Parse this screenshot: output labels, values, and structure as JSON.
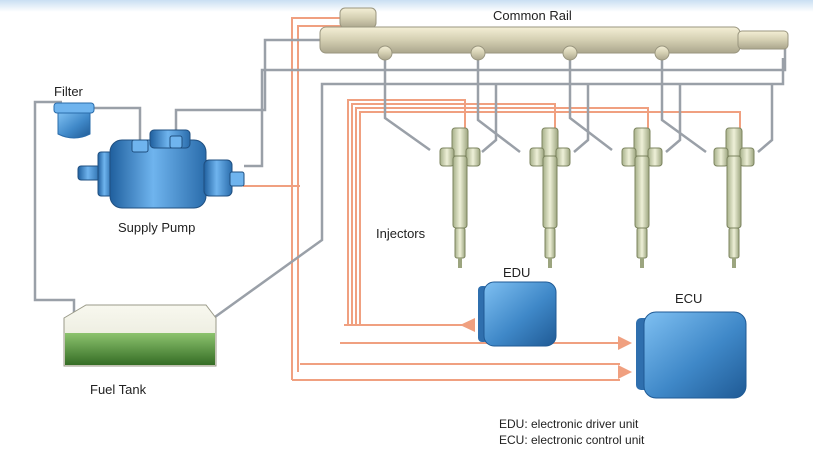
{
  "labels": {
    "common_rail": "Common Rail",
    "filter": "Filter",
    "supply_pump": "Supply Pump",
    "injectors": "Injectors",
    "edu": "EDU",
    "ecu": "ECU",
    "fuel_tank": "Fuel Tank"
  },
  "legend": [
    "EDU: electronic driver unit",
    "ECU: electronic control unit"
  ],
  "colors": {
    "fuel_pipe": "#9aa0a8",
    "signal_wire": "#f0a080",
    "component_blue": "#3f88c8",
    "fuel_green": "#4a8a3a"
  },
  "counts": {
    "injectors": 4,
    "rail_ports": 4
  }
}
